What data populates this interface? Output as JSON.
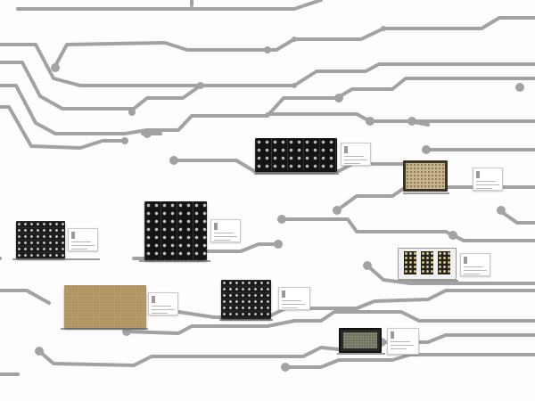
{
  "scene": {
    "description_colors": {
      "wall": "#fdfdfd",
      "trace": "#a2a2a2",
      "board_black": "#1b1b1b",
      "board_gold": "#b89b6a",
      "label_card": "#ffffff"
    }
  },
  "exhibit": {
    "boards": [
      {
        "id": "board-1",
        "kind": "black"
      },
      {
        "id": "board-2",
        "kind": "black"
      },
      {
        "id": "board-3",
        "kind": "black"
      },
      {
        "id": "board-4",
        "kind": "tan"
      },
      {
        "id": "board-5",
        "kind": "gold"
      },
      {
        "id": "board-6",
        "kind": "black"
      },
      {
        "id": "board-7",
        "kind": "white-with-modules"
      },
      {
        "id": "board-8",
        "kind": "chip"
      }
    ],
    "label_cards_count": 8
  }
}
